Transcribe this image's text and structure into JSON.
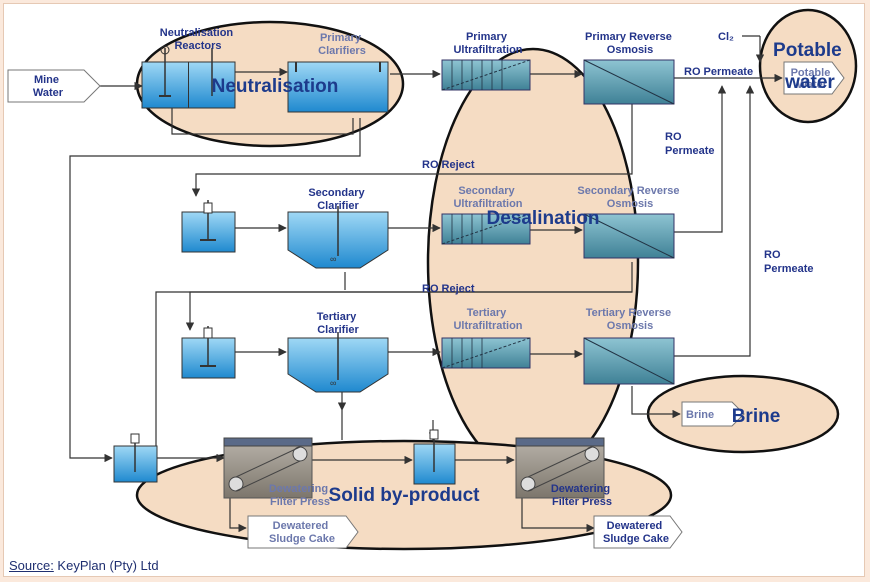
{
  "inputs": {
    "mine_water": [
      "Mine",
      "Water"
    ]
  },
  "neutralisation": {
    "reactors_label": [
      "Neutralisation",
      "Reactors"
    ],
    "primary_clarifiers_label": [
      "Primary",
      "Clarifiers"
    ]
  },
  "primary": {
    "ultrafiltration": [
      "Primary",
      "Ultrafiltration"
    ],
    "ro": [
      "Primary Reverse",
      "Osmosis"
    ]
  },
  "secondary": {
    "clarifier": [
      "Secondary",
      "Clarifier"
    ],
    "ultrafiltration": [
      "Secondary",
      "Ultrafiltration"
    ],
    "ro": [
      "Secondary Reverse",
      "Osmosis"
    ]
  },
  "tertiary": {
    "clarifier": [
      "Tertiary",
      "Clarifier"
    ],
    "ultrafiltration": [
      "Tertiary",
      "Ultrafiltration"
    ],
    "ro": [
      "Tertiary Reverse",
      "Osmosis"
    ]
  },
  "streams": {
    "cl2": "Cl₂",
    "ro_permeate_top": "RO Permeate",
    "ro_permeate_mid": [
      "RO",
      "Permeate"
    ],
    "ro_permeate_right": [
      "RO",
      "Permeate"
    ],
    "ro_reject_1": "RO Reject",
    "ro_reject_2": "RO Reject",
    "potable_water_box": [
      "Potable",
      "Water"
    ],
    "brine_box": "Brine"
  },
  "dewatering": {
    "press_1": [
      "Dewatering",
      "Filter Press"
    ],
    "press_2": [
      "Dewatering",
      "Filter Press"
    ],
    "cake_1": [
      "Dewatered",
      "Sludge Cake"
    ],
    "cake_2": [
      "Dewatered",
      "Sludge Cake"
    ]
  },
  "overlays": {
    "neutralisation": "Neutralisation",
    "desalination": "Desalination",
    "potable": [
      "Potable",
      "water"
    ],
    "brine": "Brine",
    "solid": "Solid by-product"
  },
  "source": {
    "prefix": "Source:",
    "text": " KeyPlan (Pty) Ltd"
  },
  "colors": {
    "ellipse_fill": "#f5dcc3",
    "ellipse_stroke": "#111111",
    "water": "#3fa9e0",
    "membrane": "#4f93a6",
    "label": "#23348a"
  }
}
